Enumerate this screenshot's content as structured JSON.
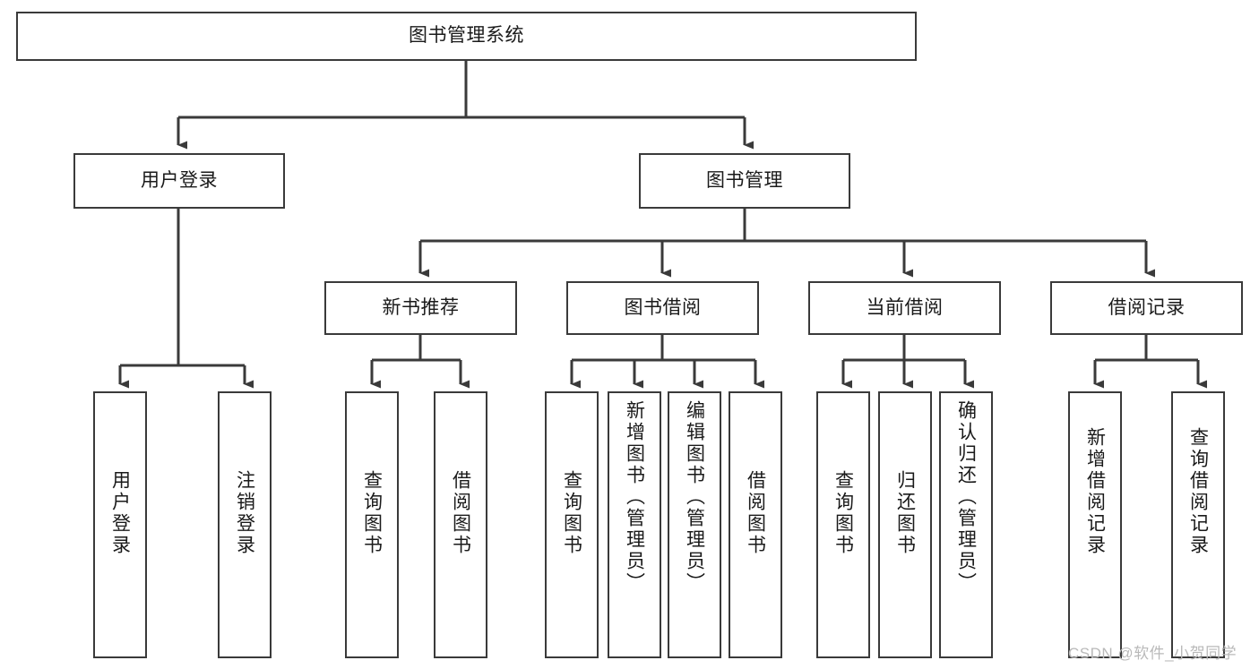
{
  "diagram": {
    "type": "tree-hierarchy-chart",
    "title": "图书管理系统",
    "colors": {
      "border": "#3a3a3a",
      "background": "#ffffff",
      "text": "#1a1a1a",
      "watermark": "#b9b9b9"
    },
    "levels": {
      "level1": [
        {
          "id": "root",
          "label": "图书管理系统",
          "orientation": "horizontal"
        }
      ],
      "level2": [
        {
          "id": "user-login",
          "label": "用户登录",
          "orientation": "horizontal"
        },
        {
          "id": "book-manage",
          "label": "图书管理",
          "orientation": "horizontal"
        }
      ],
      "level3": [
        {
          "id": "new-book-recommend",
          "label": "新书推荐",
          "orientation": "horizontal"
        },
        {
          "id": "book-borrow",
          "label": "图书借阅",
          "orientation": "horizontal"
        },
        {
          "id": "current-borrow",
          "label": "当前借阅",
          "orientation": "horizontal"
        },
        {
          "id": "borrow-record",
          "label": "借阅记录",
          "orientation": "horizontal"
        }
      ],
      "level4": [
        {
          "id": "leaf-user-login",
          "label": "用户登录",
          "parent": "user-login"
        },
        {
          "id": "leaf-logout-login",
          "label": "注销登录",
          "parent": "user-login"
        },
        {
          "id": "leaf-query-book-1",
          "label": "查询图书",
          "parent": "new-book-recommend"
        },
        {
          "id": "leaf-borrow-book-1",
          "label": "借阅图书",
          "parent": "new-book-recommend"
        },
        {
          "id": "leaf-query-book-2",
          "label": "查询图书",
          "parent": "book-borrow"
        },
        {
          "id": "leaf-add-book",
          "label": "新增图书（管理员）",
          "parent": "book-borrow"
        },
        {
          "id": "leaf-edit-book",
          "label": "编辑图书（管理员）",
          "parent": "book-borrow"
        },
        {
          "id": "leaf-borrow-book-2",
          "label": "借阅图书",
          "parent": "book-borrow"
        },
        {
          "id": "leaf-query-book-3",
          "label": "查询图书",
          "parent": "current-borrow"
        },
        {
          "id": "leaf-return-book",
          "label": "归还图书",
          "parent": "current-borrow"
        },
        {
          "id": "leaf-confirm-return",
          "label": "确认归还（管理员）",
          "parent": "current-borrow"
        },
        {
          "id": "leaf-add-record",
          "label": "新增借阅记录",
          "parent": "borrow-record"
        },
        {
          "id": "leaf-query-record",
          "label": "查询借阅记录",
          "parent": "borrow-record"
        }
      ]
    },
    "watermark": "CSDN @软件_小贺同学"
  }
}
